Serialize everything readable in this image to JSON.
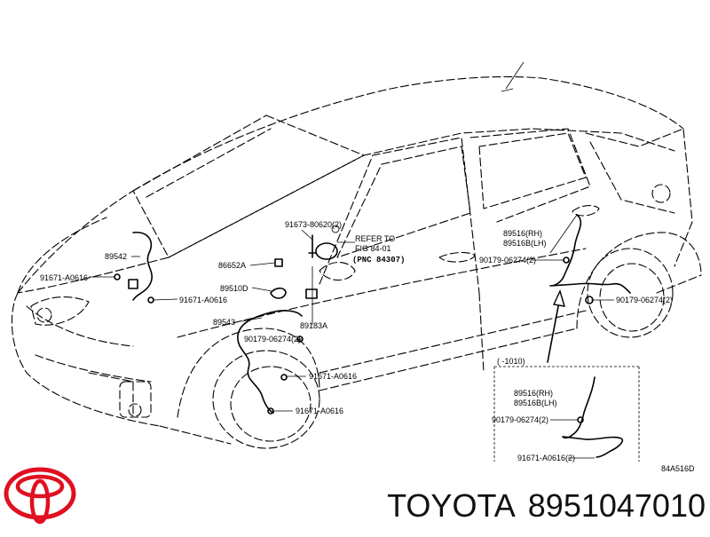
{
  "diagram_code": "84A516D",
  "refer_note": {
    "line1": "REFER TO",
    "line2": "FIG 84-01",
    "line3": "(PNC 84307)"
  },
  "callouts": {
    "c91673": "91673-80620(2)",
    "c89542": "89542",
    "c86652A": "86652A",
    "c91671_a": "91671-A0616",
    "c91671_b": "91671-A0616",
    "c89510D": "89510D",
    "c89543": "89543",
    "c89183A": "89183A",
    "c90179_a": "90179-06274(2)",
    "c91671_c": "91671-A0616",
    "c91671_d": "91671-A0616",
    "c89516rh": "89516(RH)",
    "c89516lh": "89516B(LH)",
    "c90179_b": "90179-06274(2)",
    "c90179_c": "90179-06274(2)"
  },
  "inset": {
    "range": "(    -1010)",
    "rh": "89516(RH)",
    "lh": "89516B(LH)",
    "bolt": "90179-06274(2)",
    "clip": "91671-A0616(2)"
  },
  "brand": {
    "name": "TOYOTA",
    "part_number": "8951047010",
    "logo_color": "#e01020"
  }
}
